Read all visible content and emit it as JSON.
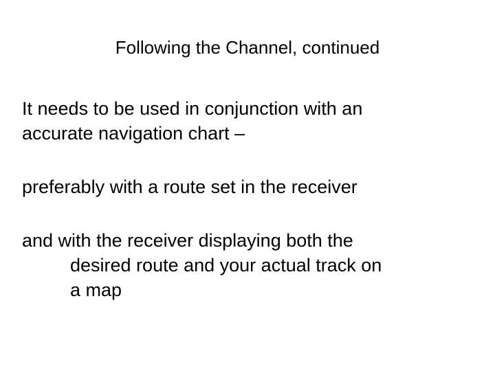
{
  "slide": {
    "title": "Following the Channel, continued",
    "paragraphs": [
      {
        "lines": [
          "It needs to be used in conjunction with an",
          "accurate navigation chart –"
        ]
      },
      {
        "lines": [
          "preferably with a route set in the receiver"
        ]
      },
      {
        "lines": [
          "and with the receiver displaying both the",
          "desired route and your actual track on",
          "a map"
        ]
      }
    ]
  }
}
